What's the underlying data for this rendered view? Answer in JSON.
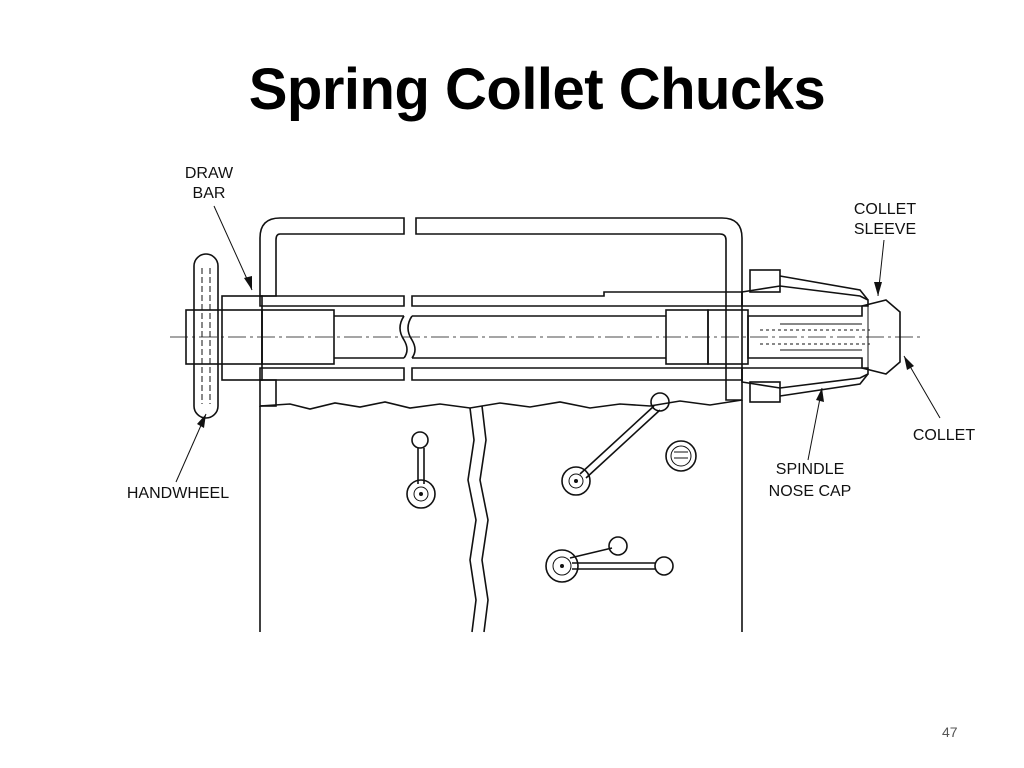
{
  "slide": {
    "title": "Spring Collet Chucks",
    "page_number": "47"
  },
  "diagram": {
    "labels": {
      "draw_bar_line1": "DRAW",
      "draw_bar_line2": "BAR",
      "collet_sleeve_line1": "COLLET",
      "collet_sleeve_line2": "SLEEVE",
      "collet": "COLLET",
      "spindle_nose_cap_line1": "SPINDLE",
      "spindle_nose_cap_line2": "NOSE CAP",
      "handwheel": "HANDWHEEL"
    }
  }
}
